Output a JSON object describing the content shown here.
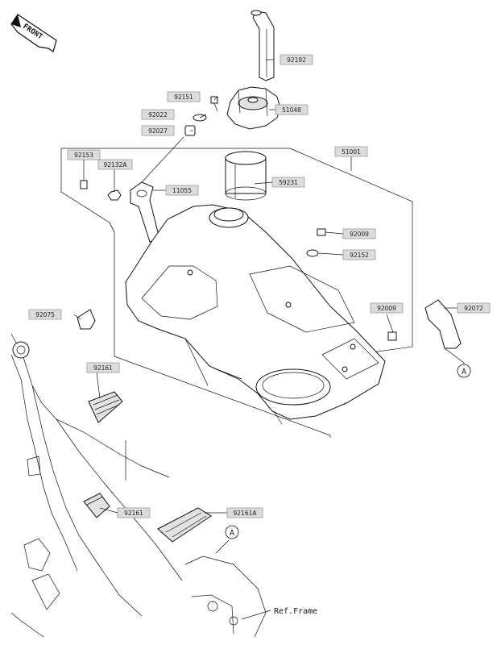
{
  "orientation_label": "FRONT",
  "part_labels": {
    "breather_hose": "92192",
    "cap_bolt": "92151",
    "washer_top": "92022",
    "collar": "92027",
    "fuel_cap": "51048",
    "tank_assembly": "51001",
    "bolt_left": "92153",
    "nut_left": "92132A",
    "bracket": "11055",
    "cap_sleeve": "59231",
    "bolt_right": "92009",
    "washer_right": "92152",
    "strap_bolt": "92009",
    "tank_strap": "92072",
    "damper_front": "92075",
    "pad_upper": "92161",
    "pad_lower": "92161",
    "damper_rear": "92161A"
  },
  "callouts": {
    "ref_a": "A",
    "ref_a2": "A",
    "ref_frame": "Ref.Frame"
  },
  "colors": {
    "tag_fill": "#dcdcdc",
    "line": "#111111"
  }
}
